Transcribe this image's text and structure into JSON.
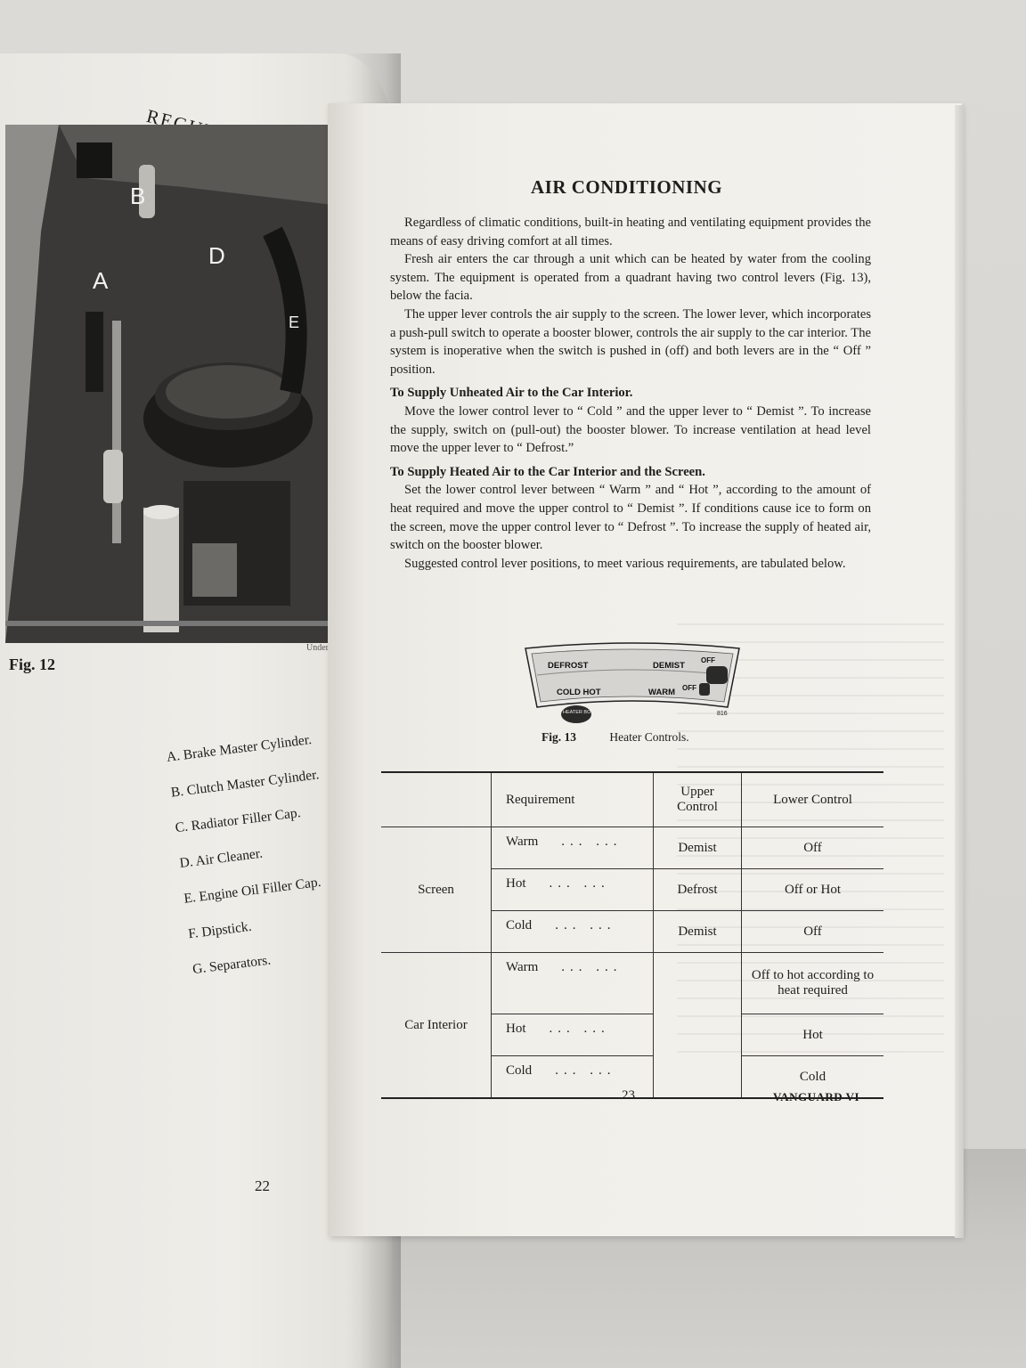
{
  "left_page": {
    "running_header": "REGULAR CHECK LIST",
    "photo_labels": [
      "A",
      "B",
      "D",
      "E"
    ],
    "figure_label": "Fig. 12",
    "photo_caption": "Under bonn",
    "legend": [
      "A. Brake Master Cylinder.",
      "B. Clutch Master Cylinder.",
      "C. Radiator Filler Cap.",
      "D. Air Cleaner.",
      "E. Engine Oil Filler Cap.",
      "F. Dipstick.",
      "G. Separators."
    ],
    "page_number": "22"
  },
  "right_page": {
    "title": "AIR CONDITIONING",
    "paragraphs": [
      "Regardless of climatic conditions, built-in heating and ventilating equipment provides the means of easy driving comfort at all times.",
      "Fresh air enters the car through a unit which can be heated by water from the cooling system. The equipment is operated from a quadrant having two control levers (Fig. 13), below the facia.",
      "The upper lever controls the air supply to the screen. The lower lever, which incorporates a push-pull switch to operate a booster blower, controls the air supply to the car interior. The system is inoperative when the switch is pushed in (off) and both levers are in the “ Off ” position."
    ],
    "section1_heading": "To Supply Unheated Air to the Car Interior.",
    "section1_text": "Move the lower control lever to “ Cold ” and the upper lever to “ Demist ”. To increase the supply, switch on (pull-out) the booster blower. To increase ventilation at head level move the upper lever to “ Defrost.”",
    "section2_heading": "To Supply Heated Air to the Car Interior and the Screen.",
    "section2_text": "Set the lower control lever between “ Warm ” and “ Hot ”, according to the amount of heat required and move the upper control to “ Demist ”. If conditions cause ice to form on the screen, move the upper control lever to “ Defrost ”. To increase the supply of heated air, switch on the booster blower.",
    "section2_note": "Suggested control lever positions, to meet various requirements, are tabulated below.",
    "heater_panel": {
      "upper_left": "DEFROST",
      "upper_right": "DEMIST",
      "upper_off": "OFF",
      "lower_left": "COLD HOT",
      "lower_right": "WARM",
      "lower_off": "OFF",
      "knob_label": "HEATER BOOST",
      "code": "816"
    },
    "figure_label": "Fig. 13",
    "figure_caption": "Heater Controls.",
    "table": {
      "headers": [
        "",
        "Requirement",
        "Upper Control",
        "Lower Control"
      ],
      "groups": [
        {
          "name": "Screen",
          "rows": [
            {
              "req": "Warm",
              "dots": "... ...",
              "upper": "Demist",
              "lower": "Off"
            },
            {
              "req": "Hot",
              "dots": "... ...",
              "upper": "Defrost",
              "lower": "Off or Hot"
            },
            {
              "req": "Cold",
              "dots": "... ...",
              "upper": "Demist",
              "lower": "Off"
            }
          ]
        },
        {
          "name": "Car Interior",
          "rows": [
            {
              "req": "Warm",
              "dots": "... ...",
              "upper": "",
              "lower": "Off to hot according to heat required"
            },
            {
              "req": "Hot",
              "dots": "... ...",
              "upper": "",
              "lower": "Hot"
            },
            {
              "req": "Cold",
              "dots": "... ...",
              "upper": "",
              "lower": "Cold"
            }
          ]
        }
      ]
    },
    "page_number": "23",
    "footer": "VANGUARD VI"
  }
}
